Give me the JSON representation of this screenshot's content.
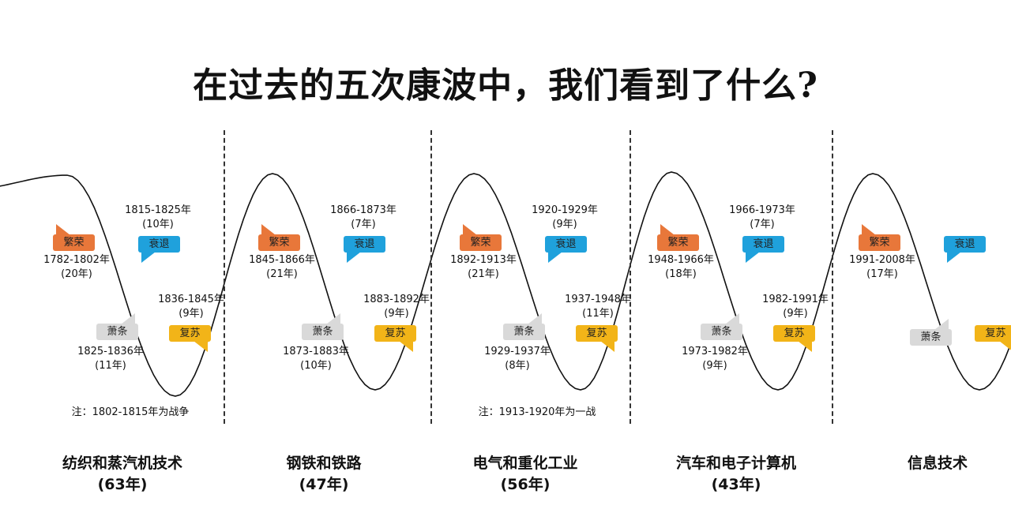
{
  "title": "在过去的五次康波中，我们看到了什么?",
  "colors": {
    "prosperity": "#e8773a",
    "recession": "#1fa1dc",
    "depression": "#d9d9d9",
    "recovery": "#f2b418"
  },
  "phase_labels": {
    "prosperity": "繁荣",
    "recession": "衰退",
    "depression": "萧条",
    "recovery": "复苏"
  },
  "waves": [
    {
      "industry": "纺织和蒸汽机技术",
      "duration": "(63年)",
      "prosperity": {
        "range": "1782-1802年",
        "years": "(20年)"
      },
      "recession": {
        "range": "1815-1825年",
        "years": "(10年)"
      },
      "depression": {
        "range": "1825-1836年",
        "years": "(11年)"
      },
      "recovery": {
        "range": "1836-1845年",
        "years": "(9年)"
      },
      "note": "注：1802-1815年为战争"
    },
    {
      "industry": "钢铁和铁路",
      "duration": "(47年)",
      "prosperity": {
        "range": "1845-1866年",
        "years": "(21年)"
      },
      "recession": {
        "range": "1866-1873年",
        "years": "(7年)"
      },
      "depression": {
        "range": "1873-1883年",
        "years": "(10年)"
      },
      "recovery": {
        "range": "1883-1892年",
        "years": "(9年)"
      }
    },
    {
      "industry": "电气和重化工业",
      "duration": "(56年)",
      "prosperity": {
        "range": "1892-1913年",
        "years": "(21年)"
      },
      "recession": {
        "range": "1920-1929年",
        "years": "(9年)"
      },
      "depression": {
        "range": "1929-1937年",
        "years": "(8年)"
      },
      "recovery": {
        "range": "1937-1948年",
        "years": "(11年)"
      },
      "note": "注：1913-1920年为一战"
    },
    {
      "industry": "汽车和电子计算机",
      "duration": "(43年)",
      "prosperity": {
        "range": "1948-1966年",
        "years": "(18年)"
      },
      "recession": {
        "range": "1966-1973年",
        "years": "(7年)"
      },
      "depression": {
        "range": "1973-1982年",
        "years": "(9年)"
      },
      "recovery": {
        "range": "1982-1991年",
        "years": "(9年)"
      }
    },
    {
      "industry": "信息技术",
      "prosperity": {
        "range": "1991-2008年",
        "years": "(17年)"
      }
    }
  ]
}
